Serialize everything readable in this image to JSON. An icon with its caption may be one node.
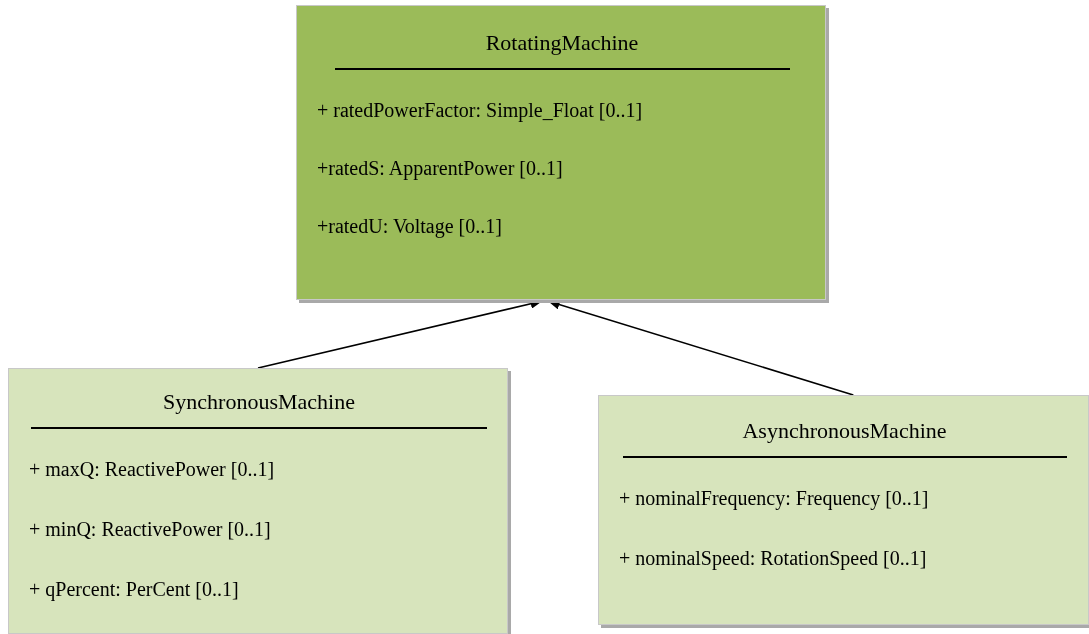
{
  "diagram": {
    "nodes": [
      {
        "text": [
          "RotatingMachine",
          "+ ratedPowerFactor: Simple_Float [0..1]",
          "+ratedS: ApparentPower [0..1]",
          "+ratedU: Voltage [0..1]"
        ]
      },
      {
        "text": [
          "SynchronousMachine",
          "+ maxQ: ReactivePower [0..1]",
          "+ minQ: ReactivePower [0..1]",
          "+ qPercent: PerCent [0..1]"
        ]
      },
      {
        "text": [
          "AsynchronousMachine",
          "+ nominalFrequency: Frequency [0..1]",
          "+ nominalSpeed: RotationSpeed [0..1]"
        ]
      }
    ],
    "edges": [
      {
        "from": 1,
        "to": 0,
        "arrow": "to"
      },
      {
        "from": 2,
        "to": 0,
        "arrow": "to"
      }
    ]
  }
}
